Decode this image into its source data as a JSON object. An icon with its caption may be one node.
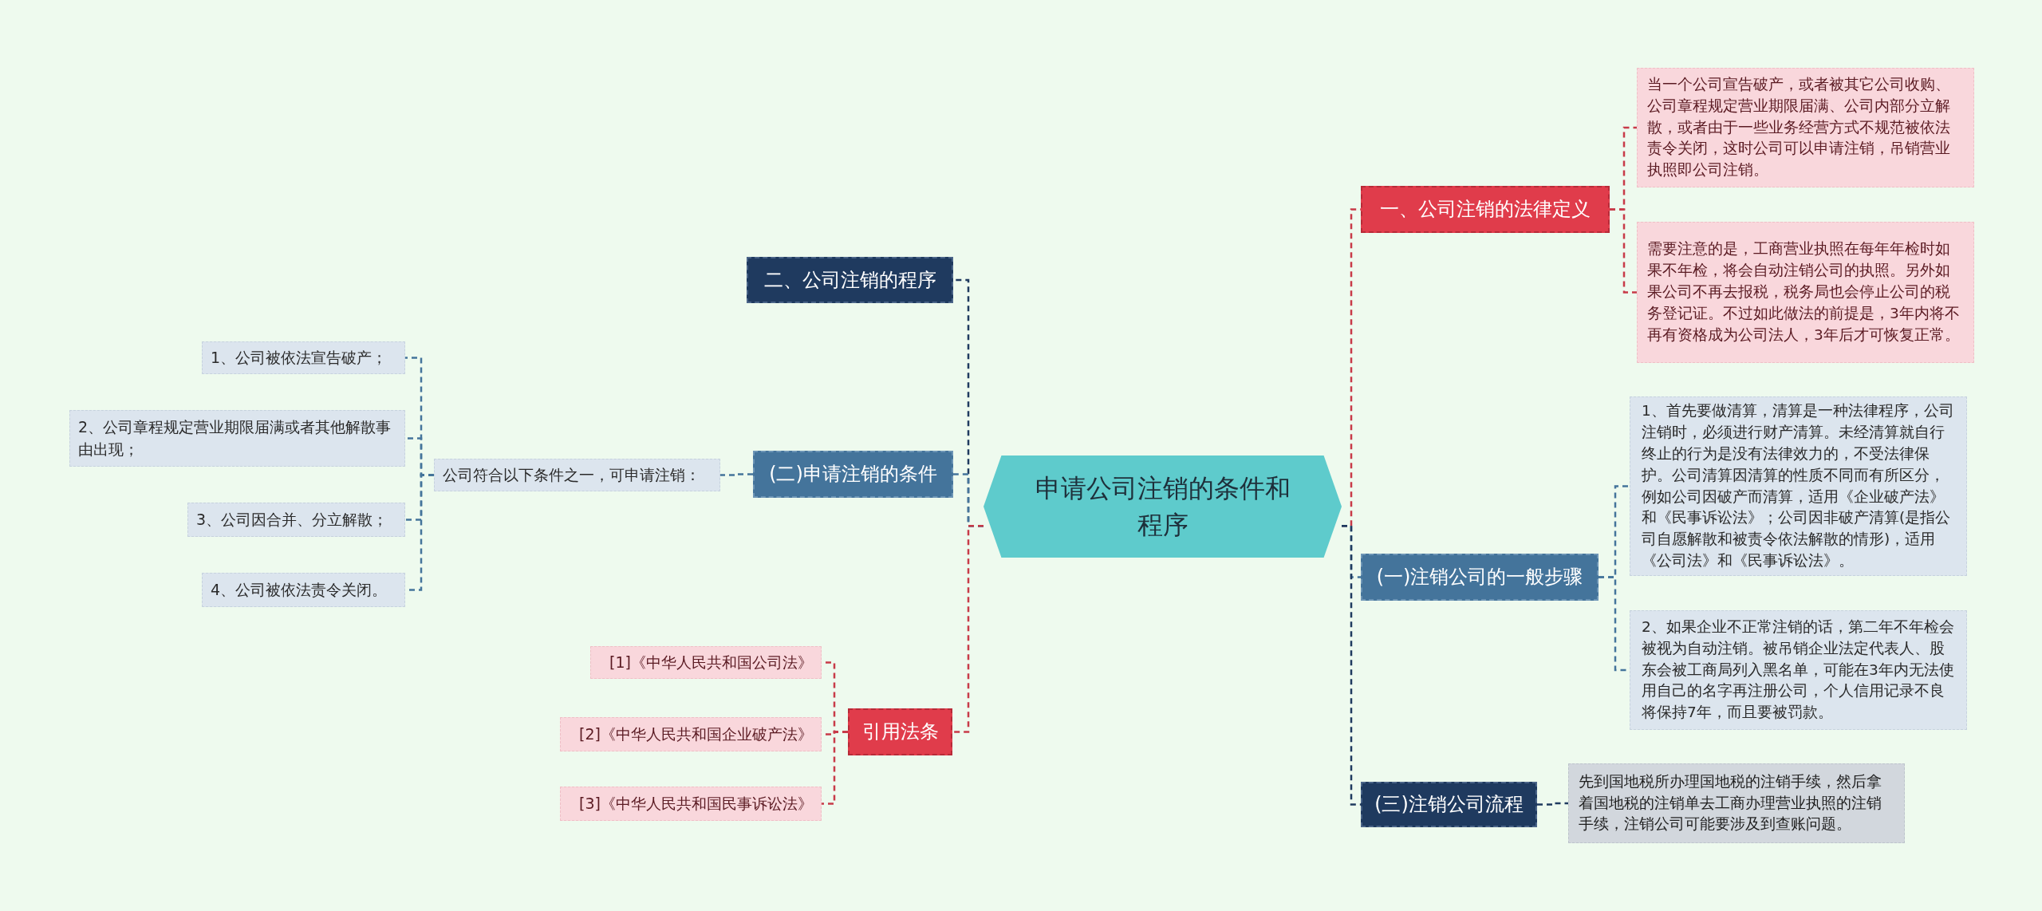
{
  "diagram": {
    "nodes": [
      {
        "text": [
          "申请公司注销的条件和程序"
        ]
      },
      {
        "text": [
          "二、公司注销的程序"
        ]
      },
      {
        "text": [
          "(二)申请注销的条件"
        ]
      },
      {
        "text": [
          "公司符合以下条件之一，可申请注销："
        ]
      },
      {
        "text": [
          "1、公司被依法宣告破产；"
        ]
      },
      {
        "text": [
          "2、公司章程规定营业期限届满或者其他解散事由出现；"
        ]
      },
      {
        "text": [
          "3、公司因合并、分立解散；"
        ]
      },
      {
        "text": [
          "4、公司被依法责令关闭。"
        ]
      },
      {
        "text": [
          "引用法条"
        ]
      },
      {
        "text": [
          "[1]《中华人民共和国公司法》"
        ]
      },
      {
        "text": [
          "[2]《中华人民共和国企业破产法》"
        ]
      },
      {
        "text": [
          "[3]《中华人民共和国民事诉讼法》"
        ]
      },
      {
        "text": [
          "一、公司注销的法律定义"
        ]
      },
      {
        "text": [
          "当一个公司宣告破产，或者被其它公司收购、公司章程规定营业期限届满、公司内部分立解散，或者由于一些业务经营方式不规范被依法责令关闭，这时公司可以申请注销，吊销营业执照即公司注销。"
        ]
      },
      {
        "text": [
          "需要注意的是，工商营业执照在每年年检时如果不年检，将会自动注销公司的执照。另外如果公司不再去报税，税务局也会停止公司的税务登记证。不过如此做法的前提是，3年内将不再有资格成为公司法人，3年后才可恢复正常。"
        ]
      },
      {
        "text": [
          "(一)注销公司的一般步骤"
        ]
      },
      {
        "text": [
          "1、首先要做清算，清算是一种法律程序，公司注销时，必须进行财产清算。未经清算就自行终止的行为是没有法律效力的，不受法律保护。公司清算因清算的性质不同而有所区分，例如公司因破产而清算，适用《企业破产法》和《民事诉讼法》；公司因非破产清算(是指公司自愿解散和被责令依法解散的情形)，适用《公司法》和《民事诉讼法》。"
        ]
      },
      {
        "text": [
          "2、如果企业不正常注销的话，第二年不年检会被视为自动注销。被吊销企业法定代表人、股东会被工商局列入黑名单，可能在3年内无法使用自己的名字再注册公司，个人信用记录不良将保持7年，而且要被罚款。"
        ]
      },
      {
        "text": [
          "(三)注销公司流程"
        ]
      },
      {
        "text": [
          "先到国地税所办理国地税的注销手续，然后拿着国地税的注销单去工商办理营业执照的注销手续，注销公司可能要涉及到查账问题。"
        ]
      }
    ],
    "edges": [
      {
        "from": 0,
        "to": 1,
        "arrow": "none",
        "color": "#1f3a5f"
      },
      {
        "from": 0,
        "to": 2,
        "arrow": "none"
      },
      {
        "from": 2,
        "to": 3,
        "arrow": "none"
      },
      {
        "from": 3,
        "to": 4,
        "arrow": "none"
      },
      {
        "from": 3,
        "to": 5,
        "arrow": "none"
      },
      {
        "from": 3,
        "to": 6,
        "arrow": "none"
      },
      {
        "from": 3,
        "to": 7,
        "arrow": "none"
      },
      {
        "from": 0,
        "to": 8,
        "arrow": "none",
        "color": "#c83a48"
      },
      {
        "from": 8,
        "to": 9,
        "arrow": "none",
        "color": "#c83a48"
      },
      {
        "from": 8,
        "to": 10,
        "arrow": "none",
        "color": "#c83a48"
      },
      {
        "from": 8,
        "to": 11,
        "arrow": "none",
        "color": "#c83a48"
      },
      {
        "from": 0,
        "to": 12,
        "arrow": "none",
        "color": "#c83a48"
      },
      {
        "from": 12,
        "to": 13,
        "arrow": "none",
        "color": "#c83a48"
      },
      {
        "from": 12,
        "to": 14,
        "arrow": "none",
        "color": "#c83a48"
      },
      {
        "from": 0,
        "to": 15,
        "arrow": "none"
      },
      {
        "from": 15,
        "to": 16,
        "arrow": "none"
      },
      {
        "from": 15,
        "to": 17,
        "arrow": "none"
      },
      {
        "from": 0,
        "to": 18,
        "arrow": "none",
        "color": "#1f3a5f"
      },
      {
        "from": 18,
        "to": 19,
        "arrow": "none",
        "color": "#1f3a5f"
      }
    ]
  }
}
